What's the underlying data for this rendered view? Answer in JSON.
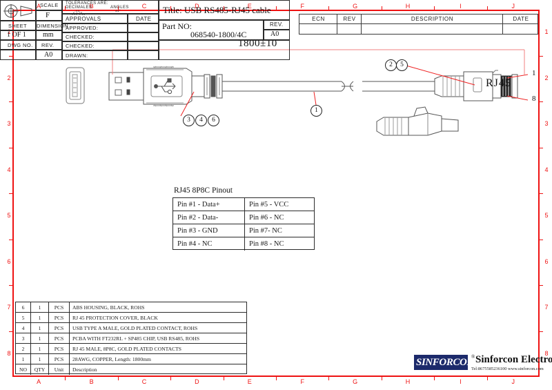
{
  "frame": {
    "columns": [
      "A",
      "B",
      "C",
      "D",
      "E",
      "F",
      "G",
      "H",
      "I",
      "J"
    ],
    "rows": [
      "1",
      "2",
      "3",
      "4",
      "5",
      "6",
      "7",
      "8"
    ],
    "border_color": "#ee1111"
  },
  "revision_table": {
    "headers": [
      "ECN",
      "REV",
      "DESCRIPTION",
      "DATE"
    ],
    "rows": [
      [
        "",
        "",
        "",
        ""
      ]
    ]
  },
  "drawing": {
    "dimension_label": "1800±10",
    "rj45_label": "RJ45",
    "rj45_pin_top": "1",
    "rj45_pin_bottom": "8",
    "callout_cable": "1",
    "callouts_usb": [
      "3",
      "4",
      "6"
    ],
    "callouts_rj45": [
      "2",
      "5"
    ]
  },
  "pinout": {
    "title": "RJ45 8P8C Pinout",
    "rows": [
      {
        "left": "Pin #1 - Data+",
        "right": "Pin #5 - VCC"
      },
      {
        "left": "Pin #2 - Data-",
        "right": "Pin #6 - NC"
      },
      {
        "left": "Pin #3 - GND",
        "right": "Pin #7- NC"
      },
      {
        "left": "Pin #4 - NC",
        "right": "Pin #8 - NC"
      }
    ]
  },
  "bom": {
    "headers": {
      "no": "NO",
      "qty": "QTY",
      "unit": "Unit",
      "description": "Description"
    },
    "rows": [
      {
        "no": "6",
        "qty": "1",
        "unit": "PCS",
        "description": "ABS HOUSING, BLACK, ROHS"
      },
      {
        "no": "5",
        "qty": "1",
        "unit": "PCS",
        "description": "RJ 45 PROTECTION COVER, BLACK"
      },
      {
        "no": "4",
        "qty": "1",
        "unit": "PCS",
        "description": "USB TYPE A MALE, GOLD PLATED CONTACT, ROHS"
      },
      {
        "no": "3",
        "qty": "1",
        "unit": "PCS",
        "description": "PCBA WITH FT232RL + SP485 CHIP, USB RS485, ROHS"
      },
      {
        "no": "2",
        "qty": "1",
        "unit": "PCS",
        "description": "RJ 45 MALE, 8P8C, GOLD PLATED CONTACTS"
      },
      {
        "no": "1",
        "qty": "1",
        "unit": "PCS",
        "description": "28AWG, COPPER,  Length: 1800mm"
      }
    ]
  },
  "title_block": {
    "scale_label": "SCALE",
    "scale_value": "F",
    "sheet_label": "SHEET",
    "sheet_value": "1 OF 1",
    "dimension_label": "DIMENSION",
    "dimension_value": "mm",
    "dwg_no_label": "DWG NO.",
    "dwg_no_value": "",
    "rev_label": "REV.",
    "rev_value": "A0",
    "tolerances_label": "TOLERANCES  ARE:",
    "decimals_label": "DECIMALES",
    "angles_label": "ANGLES",
    "decimals_value_1": ".XX",
    "decimals_value_2": ".X ±.25",
    "decimals_value_3": ".XXX ±.13",
    "angles_value": "±1°",
    "approvals_label": "APPROVALS",
    "date_label": "DATE",
    "approval_rows": [
      {
        "label": "APPROVED:",
        "date": ""
      },
      {
        "label": "CHECKED:",
        "date": ""
      },
      {
        "label": "CHECKED:",
        "date": ""
      },
      {
        "label": "DRAWN:",
        "date": ""
      }
    ],
    "title_label": "Title: USB RS485-RJ45 cable",
    "part_no_label": "Part NO:",
    "part_no_value": "068540-1800/4C",
    "rev_col_label": "REV.",
    "rev_col_value": "A0",
    "company_name": "Sinforcon Electronics",
    "company_logo_text": "SINFORCON",
    "company_contact": "Tel:8675585236100 www.sinforcon.com",
    "registered_mark": "®",
    "logo_color": "#1c2a6b"
  }
}
